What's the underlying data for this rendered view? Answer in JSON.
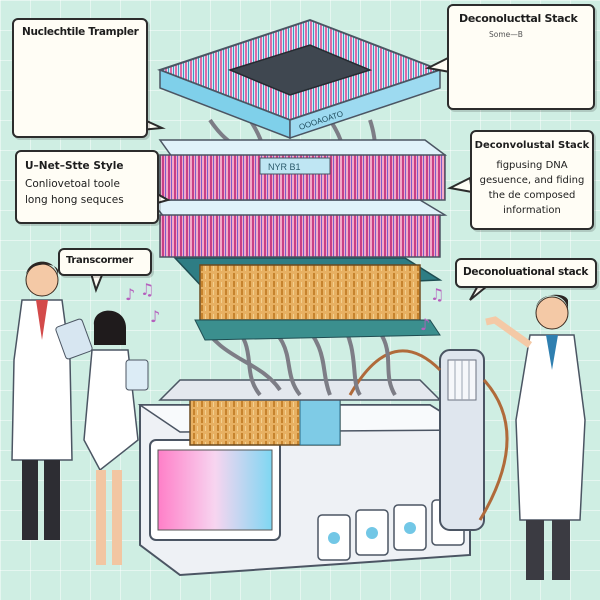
{
  "callouts": {
    "nucleotide": "Nuclechtile Trampler",
    "deconv_top": "Deconolucttal Stack",
    "deconv_top_sub": "Some—B",
    "unet_line1": "U–Net–Stte Style",
    "unet_line2": "Conliovetoal toole",
    "unet_line3": "long hong sequces",
    "deconv_mid_line1": "Deconvolustal Stack",
    "deconv_mid_line2": "figpusing DNA",
    "deconv_mid_line3": "gesuence, and fiding",
    "deconv_mid_line4": "the de composed",
    "deconv_mid_line5": "information",
    "transformer": "Transcormer",
    "deconv_right": "Deconoluational stack"
  },
  "machine": {
    "top_band_text": "OOOAOATO",
    "mid_band_text": "NYR B1"
  },
  "colors": {
    "background": "#cfeee3",
    "machine_body": "#f1f3f6",
    "band_blue": "#7fd0ea",
    "band_pink": "#e86fae",
    "coat": "#ffffff",
    "copper": "#b06a3a"
  }
}
